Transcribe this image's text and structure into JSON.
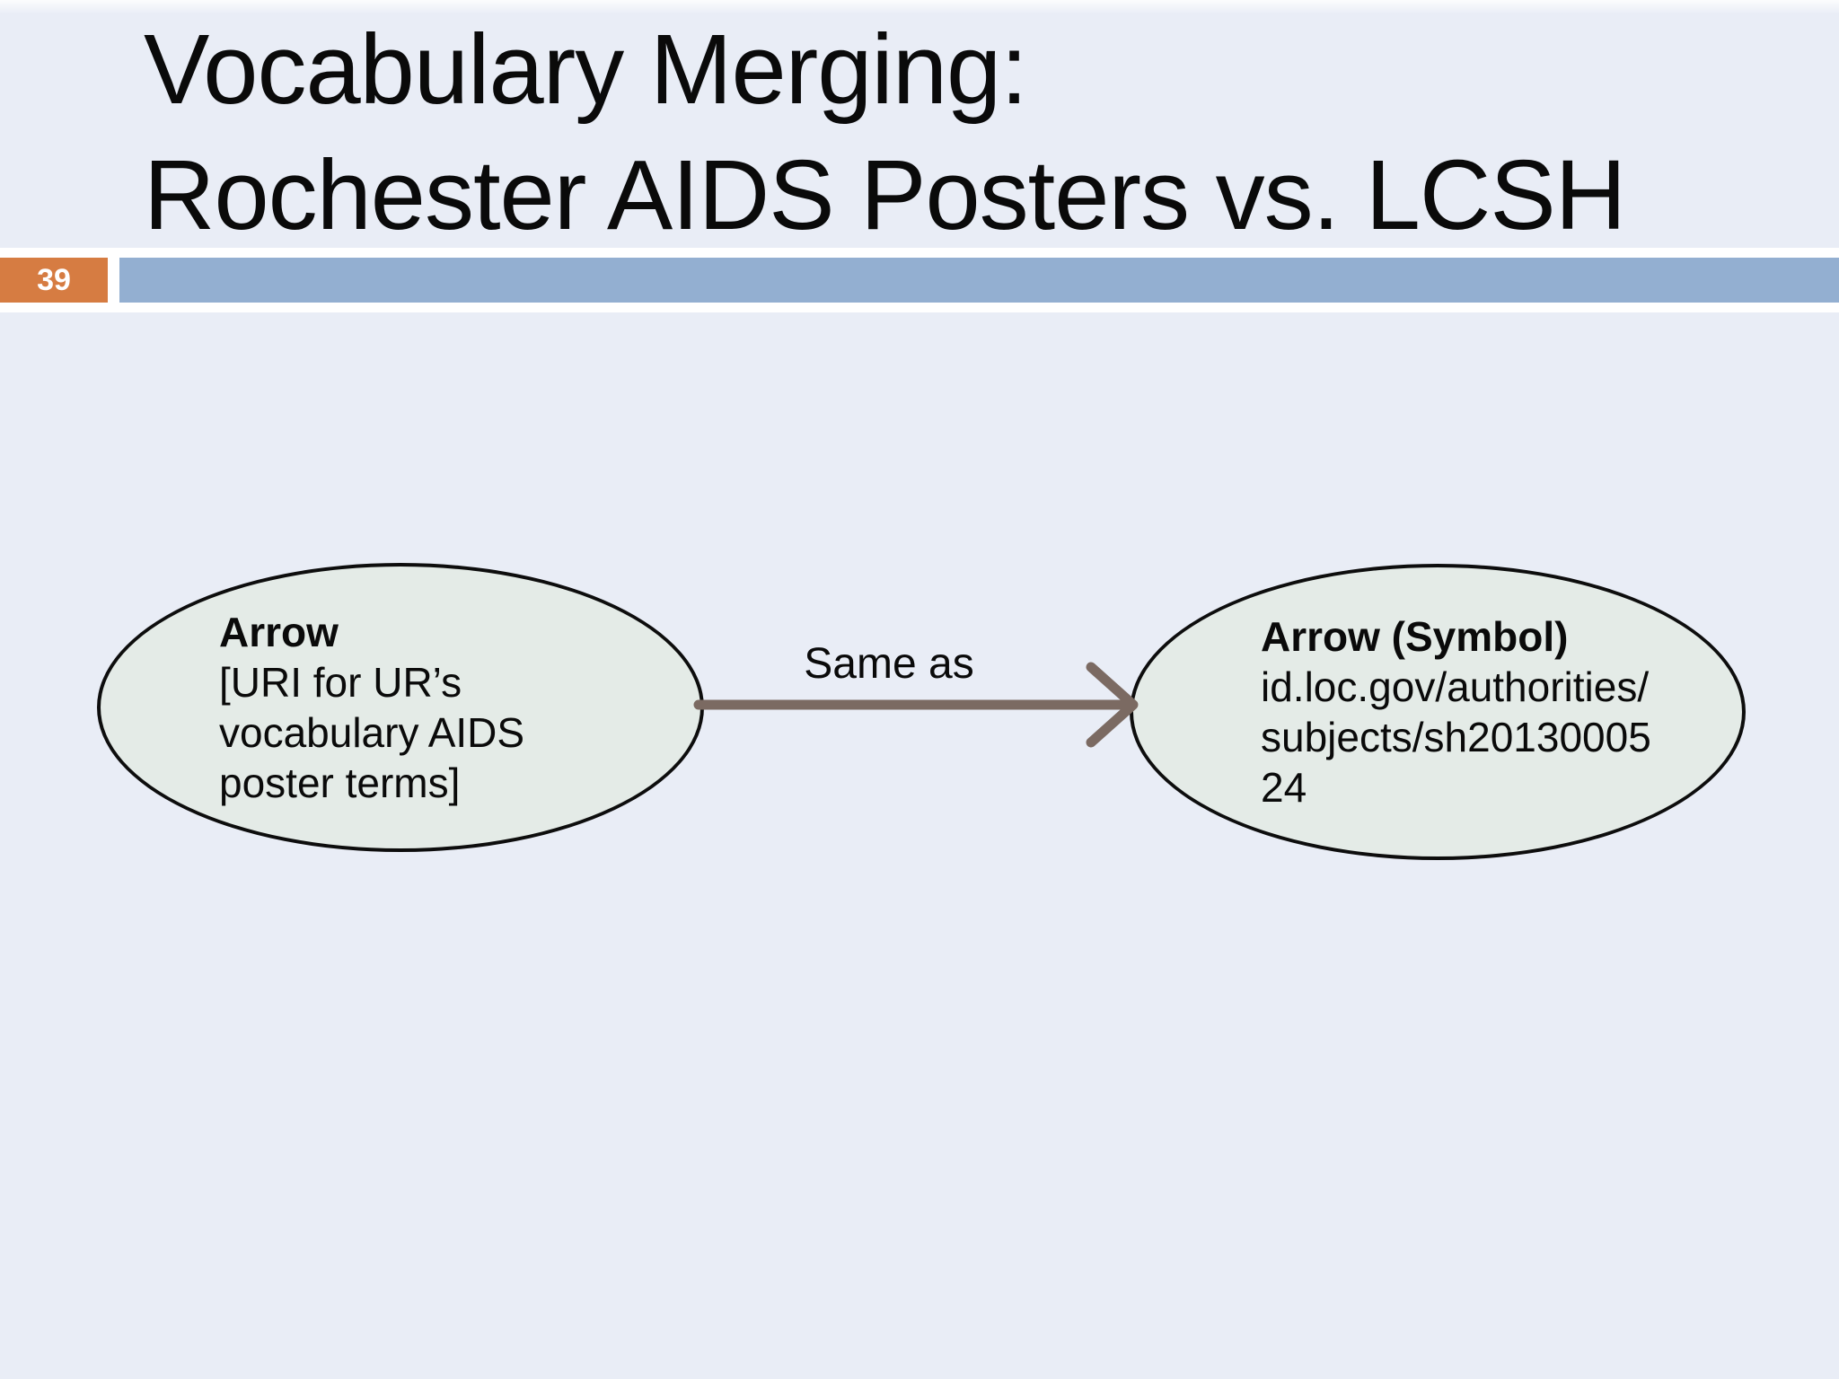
{
  "slide": {
    "page_number": "39",
    "title_line1": "Vocabulary Merging:",
    "title_line2": "Rochester AIDS Posters vs. LCSH"
  },
  "diagram": {
    "edge_label": "Same as",
    "nodes": [
      {
        "id": "left",
        "title": "Arrow",
        "lines": [
          "[URI for UR’s",
          "vocabulary AIDS",
          "poster terms]"
        ]
      },
      {
        "id": "right",
        "title": "Arrow (Symbol)",
        "lines": [
          "id.loc.gov/authorities/",
          "subjects/sh20130005",
          "24"
        ]
      }
    ]
  },
  "colors": {
    "background": "#E9EDF6",
    "band_white": "#FFFFFF",
    "page_number_bg": "#D67C42",
    "page_number_text": "#FFFFFF",
    "accent_bar": "#93AFD1",
    "node_fill": "#E4EBE7",
    "node_border": "#0D0D0D",
    "arrow": "#7B6A62",
    "text": "#0A0A0A"
  }
}
